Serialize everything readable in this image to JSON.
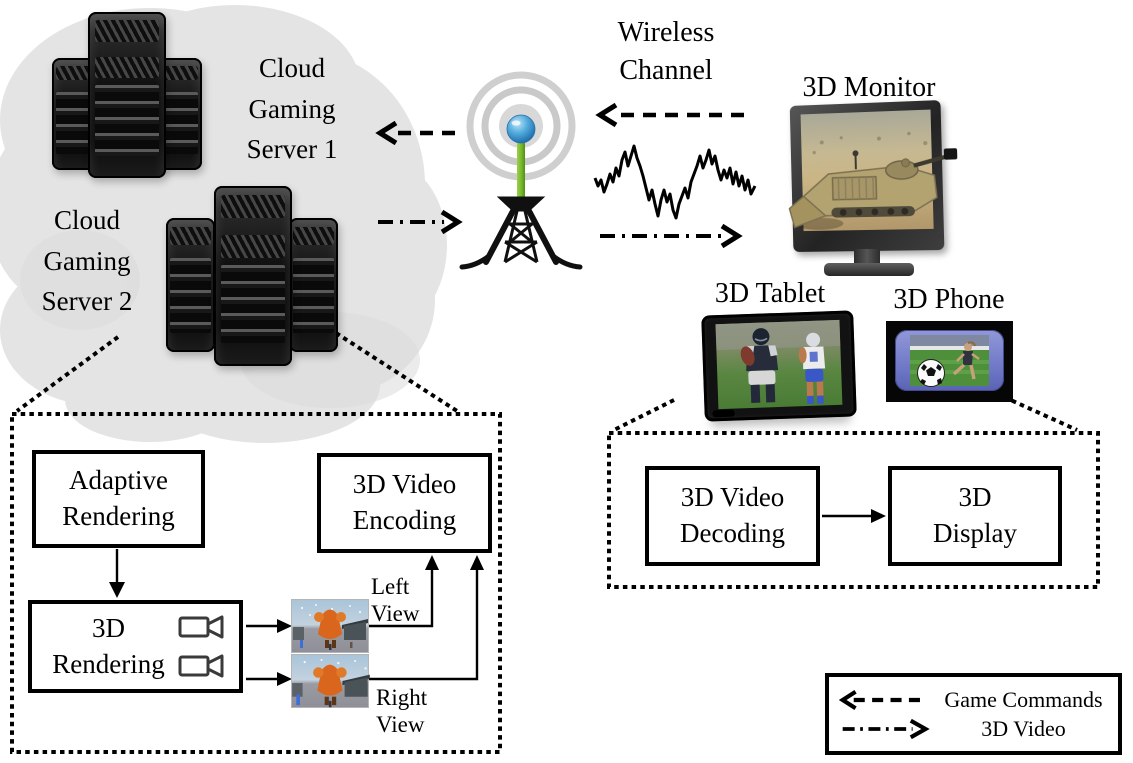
{
  "cloud": {
    "server1_label": "Cloud Gaming Server 1",
    "server2_label": "Cloud Gaming Server 2"
  },
  "wireless": {
    "label": "Wireless Channel"
  },
  "devices": {
    "monitor_label": "3D Monitor",
    "tablet_label": "3D Tablet",
    "phone_label": "3D Phone"
  },
  "server_pipeline": {
    "adaptive_rendering_label": "Adaptive Rendering",
    "rendering_label": "3D Rendering",
    "encoding_label": "3D Video Encoding",
    "left_view_label": "Left View",
    "right_view_label": "Right View"
  },
  "client_pipeline": {
    "decoding_label": "3D Video Decoding",
    "display_label": "3D Display"
  },
  "legend": {
    "game_commands_label": "Game Commands",
    "video_label": "3D Video"
  },
  "icons": {
    "radio_tower": "radio-tower-icon",
    "signal_rings": "signal-rings-icon",
    "video_camera": "video-camera-icon",
    "cloud": "cloud-shape",
    "waveform": "fading-signal-waveform"
  },
  "colors": {
    "arrow_black": "#000000",
    "cloud_gray": "#e4e4e4",
    "server_black": "#141414",
    "antenna_ball_blue": "#3f9fd8",
    "antenna_mast_green": "#76b82a",
    "ring_gray": "#cfcfcf",
    "box_border": "#000000"
  }
}
